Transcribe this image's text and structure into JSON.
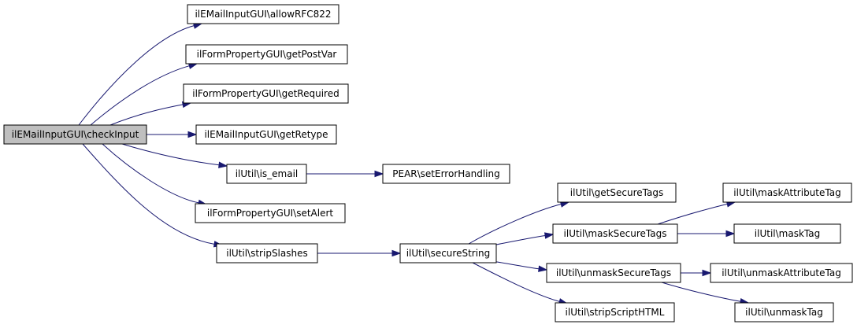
{
  "diagram": {
    "type": "call-graph",
    "colors": {
      "edge": "#191970",
      "root_fill": "#bfbfbf",
      "node_fill": "#ffffff",
      "node_border": "#000000"
    },
    "nodes": [
      {
        "id": "n0",
        "label": "ilEMailInputGUI\\checkInput",
        "root": true
      },
      {
        "id": "n1",
        "label": "ilEMailInputGUI\\allowRFC822"
      },
      {
        "id": "n2",
        "label": "ilFormPropertyGUI\\getPostVar"
      },
      {
        "id": "n3",
        "label": "ilFormPropertyGUI\\getRequired"
      },
      {
        "id": "n4",
        "label": "ilEMailInputGUI\\getRetype"
      },
      {
        "id": "n5",
        "label": "ilUtil\\is_email"
      },
      {
        "id": "n6",
        "label": "PEAR\\setErrorHandling"
      },
      {
        "id": "n7",
        "label": "ilFormPropertyGUI\\setAlert"
      },
      {
        "id": "n8",
        "label": "ilUtil\\stripSlashes"
      },
      {
        "id": "n9",
        "label": "ilUtil\\secureString"
      },
      {
        "id": "n10",
        "label": "ilUtil\\getSecureTags"
      },
      {
        "id": "n11",
        "label": "ilUtil\\maskSecureTags"
      },
      {
        "id": "n12",
        "label": "ilUtil\\maskAttributeTag"
      },
      {
        "id": "n13",
        "label": "ilUtil\\maskTag"
      },
      {
        "id": "n14",
        "label": "ilUtil\\unmaskSecureTags"
      },
      {
        "id": "n15",
        "label": "ilUtil\\unmaskAttributeTag"
      },
      {
        "id": "n16",
        "label": "ilUtil\\unmaskTag"
      },
      {
        "id": "n17",
        "label": "ilUtil\\stripScriptHTML"
      }
    ],
    "edges": [
      {
        "from": "n0",
        "to": "n1"
      },
      {
        "from": "n0",
        "to": "n2"
      },
      {
        "from": "n0",
        "to": "n3"
      },
      {
        "from": "n0",
        "to": "n4"
      },
      {
        "from": "n0",
        "to": "n5"
      },
      {
        "from": "n0",
        "to": "n7"
      },
      {
        "from": "n0",
        "to": "n8"
      },
      {
        "from": "n5",
        "to": "n6"
      },
      {
        "from": "n8",
        "to": "n9"
      },
      {
        "from": "n9",
        "to": "n10"
      },
      {
        "from": "n9",
        "to": "n11"
      },
      {
        "from": "n9",
        "to": "n14"
      },
      {
        "from": "n9",
        "to": "n17"
      },
      {
        "from": "n11",
        "to": "n12"
      },
      {
        "from": "n11",
        "to": "n13"
      },
      {
        "from": "n14",
        "to": "n15"
      },
      {
        "from": "n14",
        "to": "n16"
      }
    ]
  }
}
